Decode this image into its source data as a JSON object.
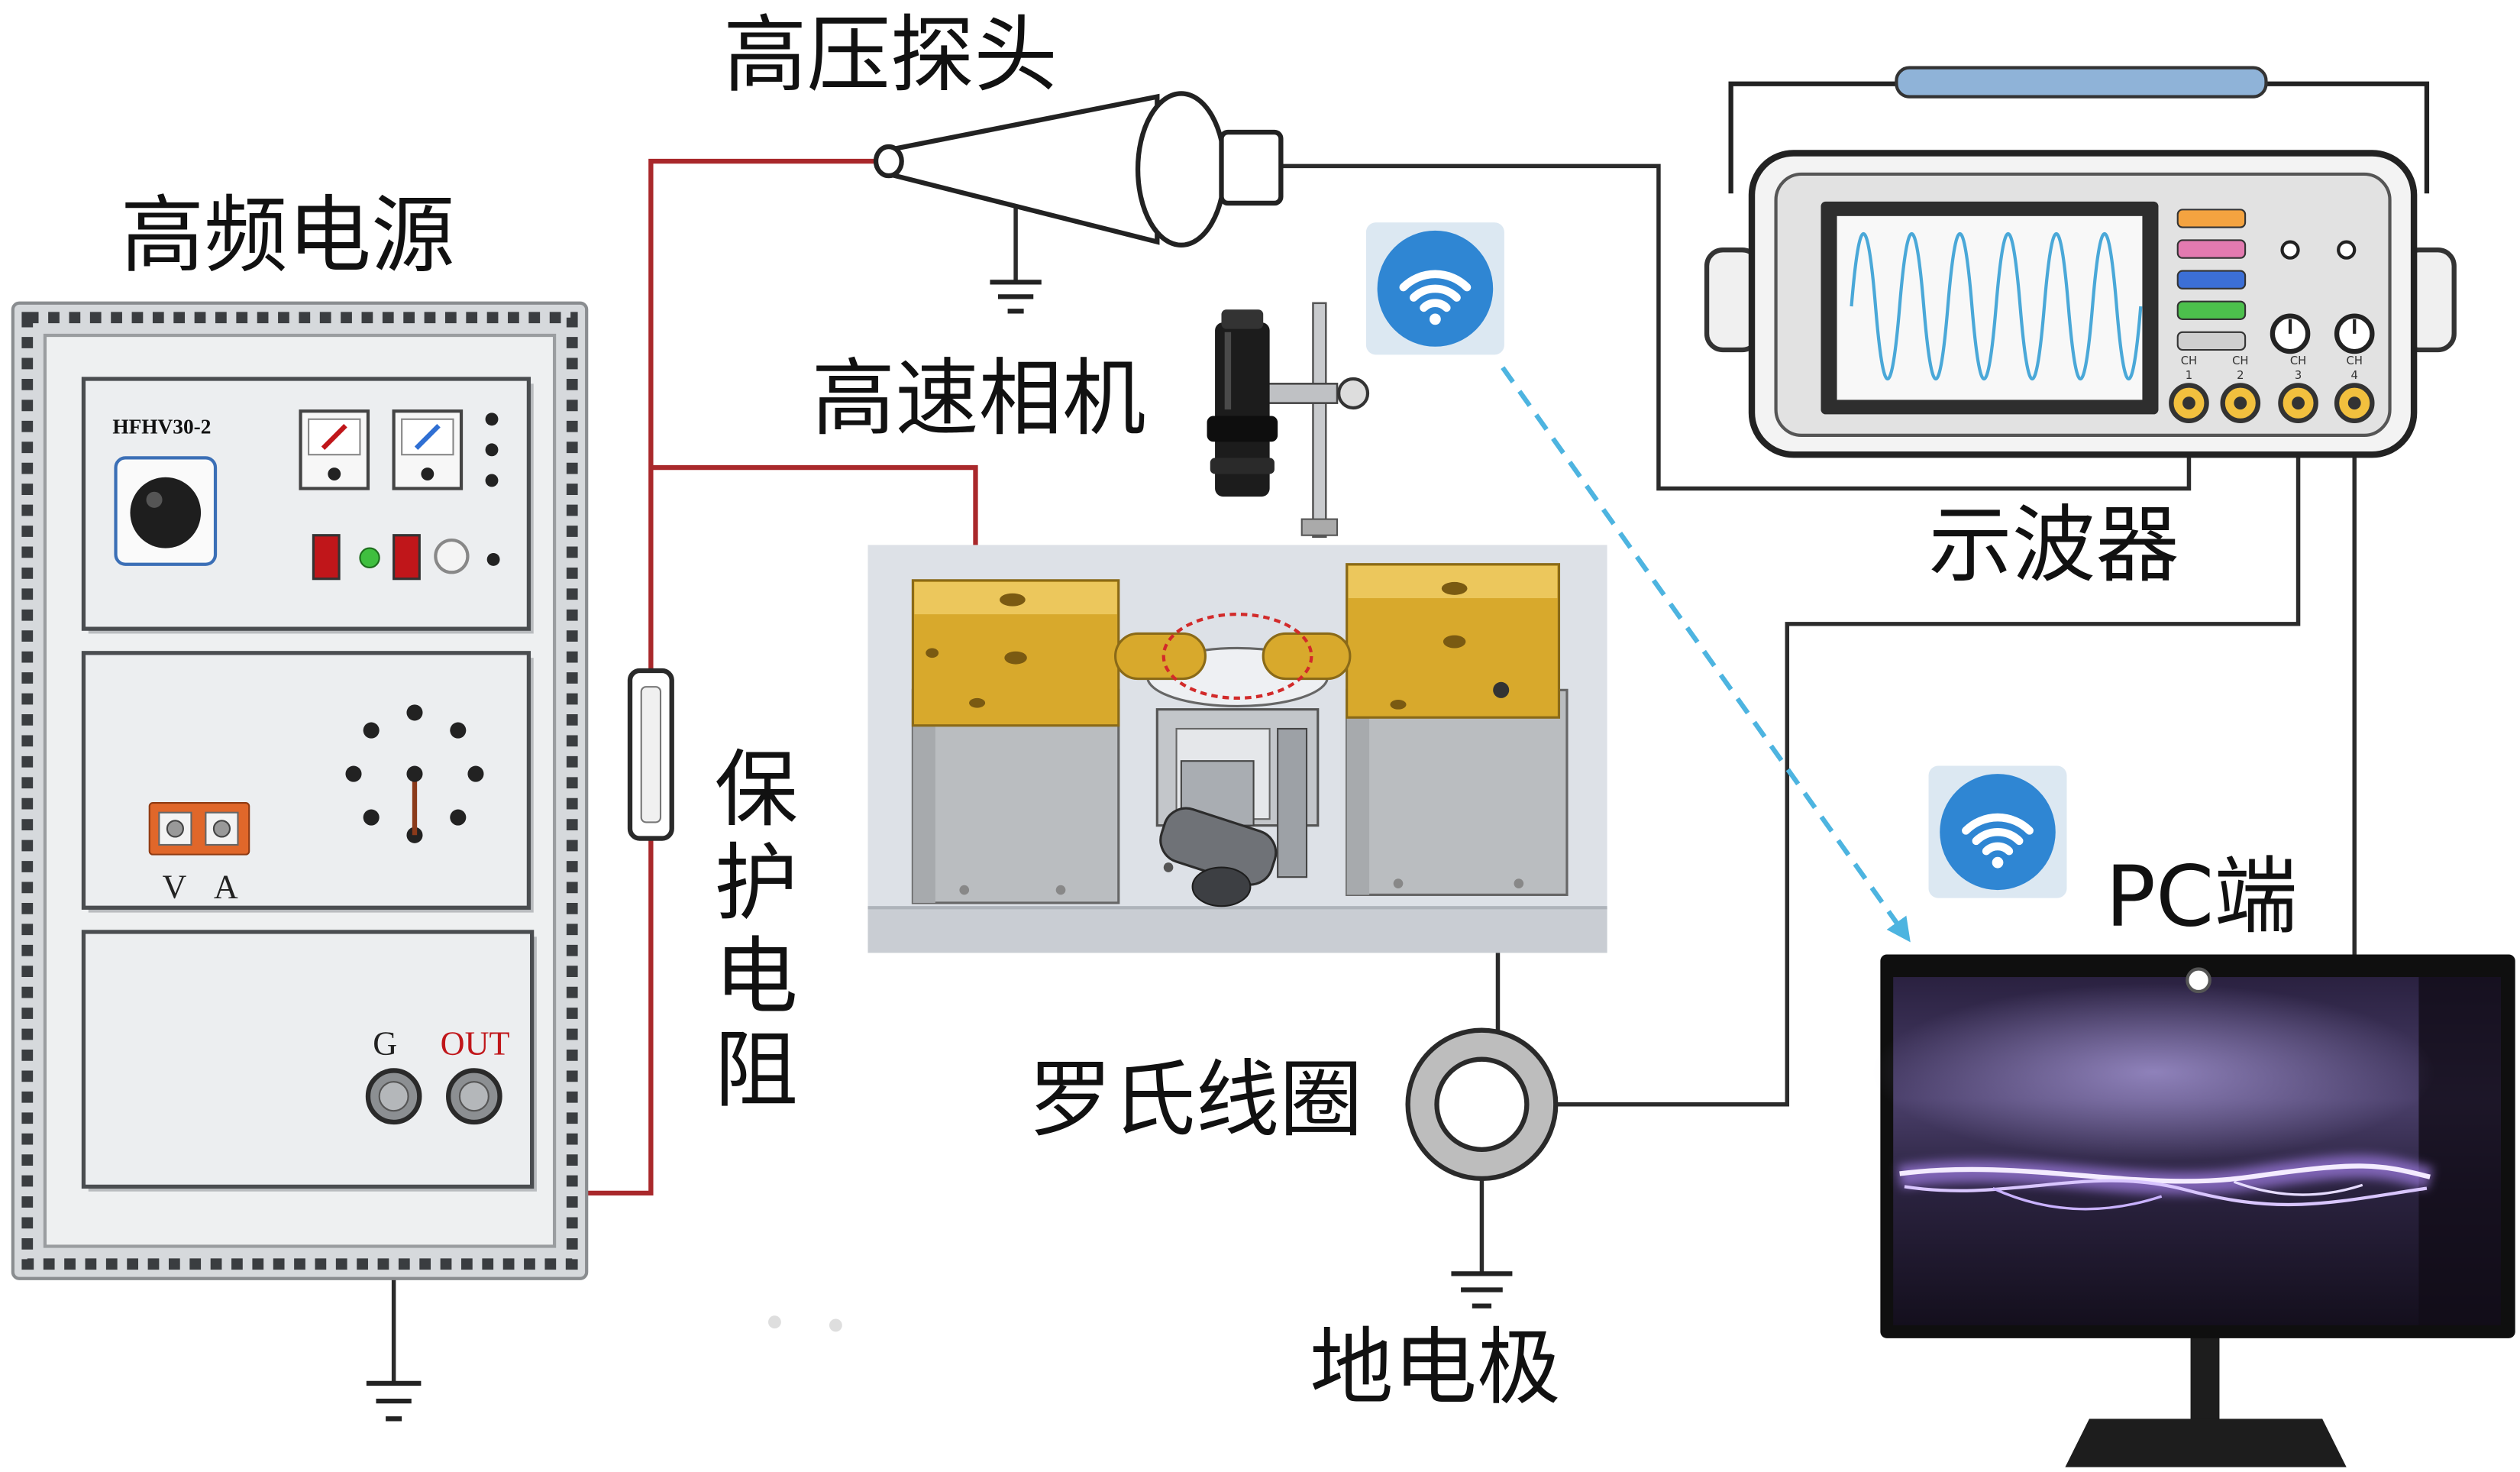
{
  "labels": {
    "probe": "高压探头",
    "power_supply": "高频电源",
    "camera": "高速相机",
    "resistor": "保护电阻",
    "oscilloscope": "示波器",
    "pc": "PC端",
    "rogowski_coil": "罗氏线圈",
    "ground_electrode": "地电极"
  },
  "power_supply": {
    "model": "HFHV30-2",
    "meter_terminals": [
      "V",
      "A"
    ],
    "output_terminals": {
      "ground": "G",
      "output": "OUT"
    }
  },
  "oscilloscope": {
    "channels": [
      {
        "prefix": "CH",
        "number": "1"
      },
      {
        "prefix": "CH",
        "number": "2"
      },
      {
        "prefix": "CH",
        "number": "3"
      },
      {
        "prefix": "CH",
        "number": "4"
      }
    ],
    "channel_button_colors": [
      "#f4a340",
      "#e37ab0",
      "#3c6fd6",
      "#4cc04c",
      "#cfcfcf"
    ]
  },
  "icons": {
    "camera_link": "wifi-icon",
    "pc_link": "wifi-icon",
    "ground": "ground-symbol-icon"
  },
  "colors": {
    "wire_red": "#a9282b",
    "wire_black": "#2b2b2b",
    "gold": "#d8a92c",
    "wifi_blue": "#2f86d3",
    "dashed_link": "#4db4e0",
    "output_label_red": "#c0161a"
  }
}
